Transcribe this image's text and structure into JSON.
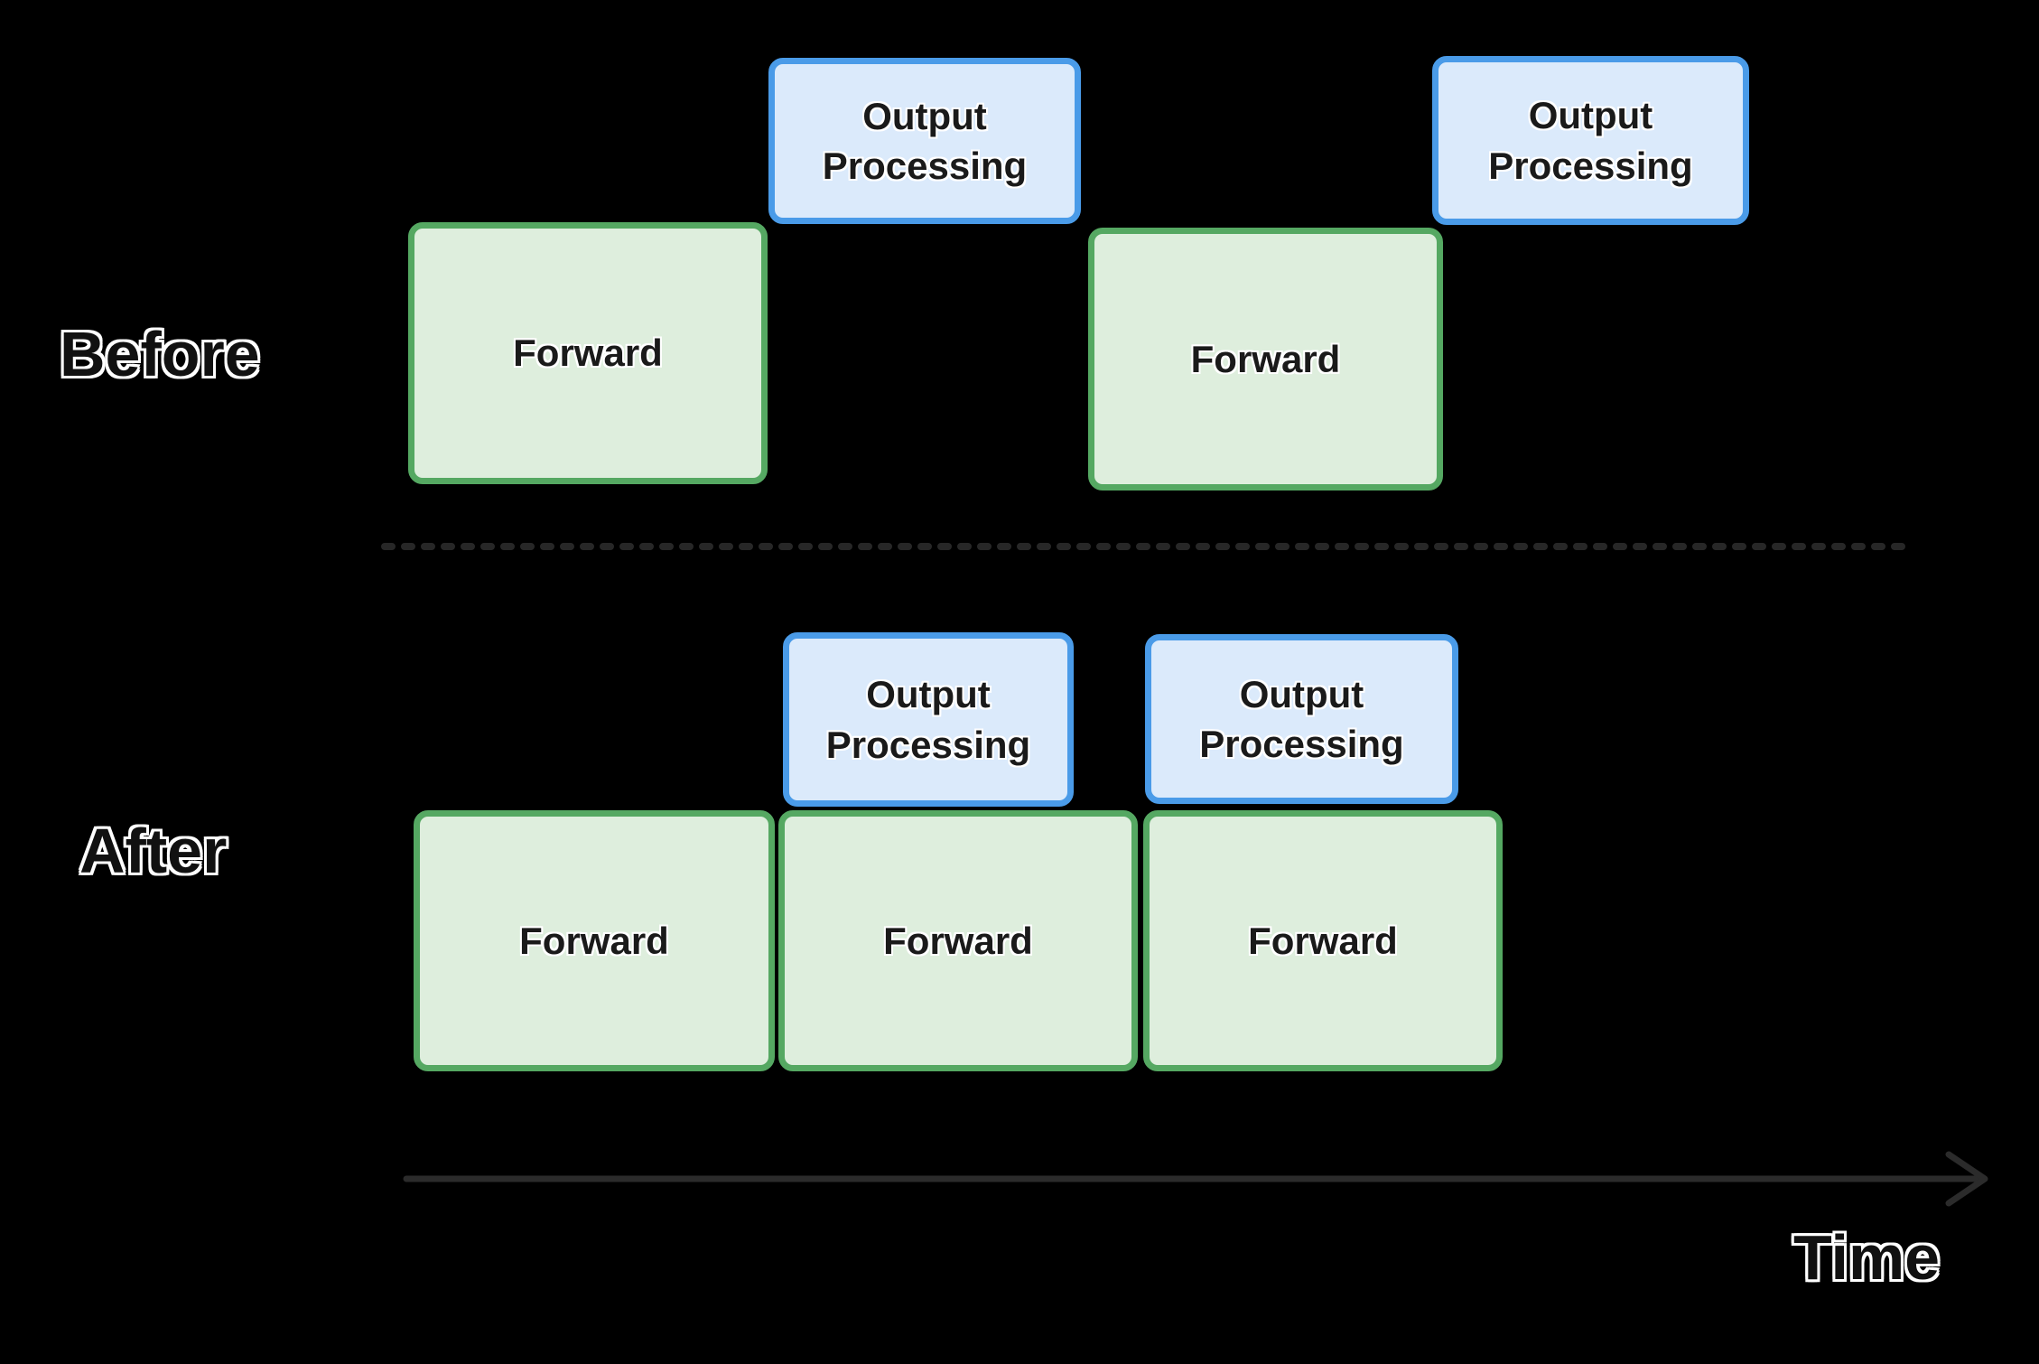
{
  "rows": {
    "before": {
      "label": "Before",
      "blocks": [
        {
          "type": "forward",
          "label": "Forward"
        },
        {
          "type": "output-processing",
          "label": "Output Processing"
        },
        {
          "type": "forward",
          "label": "Forward"
        },
        {
          "type": "output-processing",
          "label": "Output Processing"
        }
      ]
    },
    "after": {
      "label": "After",
      "blocks": [
        {
          "type": "output-processing",
          "label": "Output Processing"
        },
        {
          "type": "output-processing",
          "label": "Output Processing"
        },
        {
          "type": "forward",
          "label": "Forward"
        },
        {
          "type": "forward",
          "label": "Forward"
        },
        {
          "type": "forward",
          "label": "Forward"
        }
      ]
    }
  },
  "axis": {
    "label": "Time"
  },
  "colors": {
    "background": "#000000",
    "forward_fill": "#DEEEDD",
    "forward_border": "#55A862",
    "output_fill": "#DBEAFB",
    "output_border": "#4A9BE8",
    "divider_dash": "#272727",
    "axis_arrow": "#2B2B2B",
    "label_text": "#111111",
    "label_outline": "#FFFFFF"
  }
}
